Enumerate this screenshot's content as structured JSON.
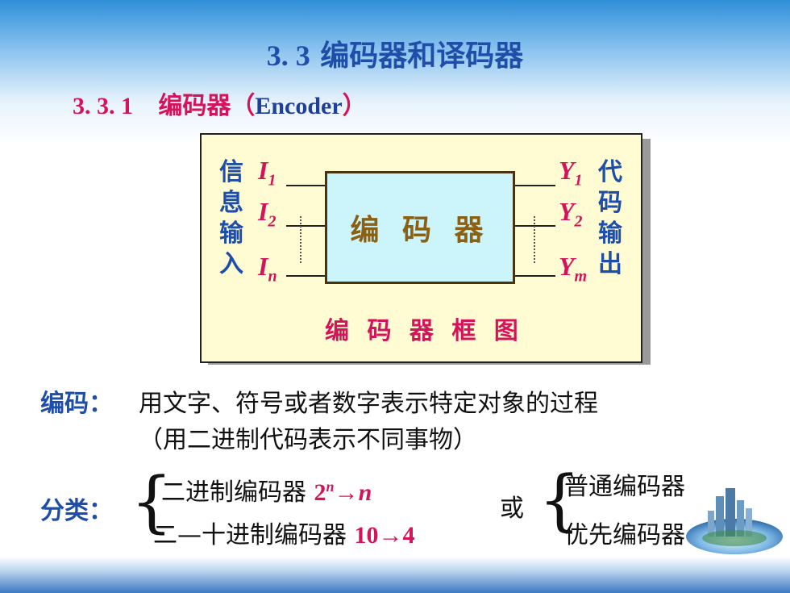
{
  "title": {
    "num": "3. 3",
    "text": "编码器和译码器"
  },
  "subtitle": {
    "num": "3. 3. 1",
    "cn": "编码器（",
    "en": "Encoder",
    "close": "）"
  },
  "diagram": {
    "input_label": [
      "信",
      "息",
      "输",
      "入"
    ],
    "output_label": [
      "代",
      "码",
      "输",
      "出"
    ],
    "inputs": [
      {
        "base": "I",
        "sub": "1"
      },
      {
        "base": "I",
        "sub": "2"
      },
      {
        "base": "I",
        "sub": "n"
      }
    ],
    "outputs": [
      {
        "base": "Y",
        "sub": "1"
      },
      {
        "base": "Y",
        "sub": "2"
      },
      {
        "base": "Y",
        "sub": "m"
      }
    ],
    "box_label": "编 码 器",
    "caption": "编 码 器 框 图"
  },
  "definition": {
    "label": "编码：",
    "line1": "用文字、符号或者数字表示特定对象的过程",
    "line2": "（用二进制代码表示不同事物）"
  },
  "classification": {
    "label": "分类：",
    "items": [
      {
        "text": "二进制编码器",
        "base": "2",
        "sup": "n",
        "rest": "→n"
      },
      {
        "text": "二—十进制编码器",
        "value": "10→4"
      }
    ],
    "or": "或",
    "alt": [
      "普通编码器",
      "优先编码器"
    ]
  },
  "colors": {
    "title": "#1f4ea8",
    "accent": "#d4145a",
    "box_fill": "#ccf4fb",
    "panel_fill": "#fffbd2"
  }
}
